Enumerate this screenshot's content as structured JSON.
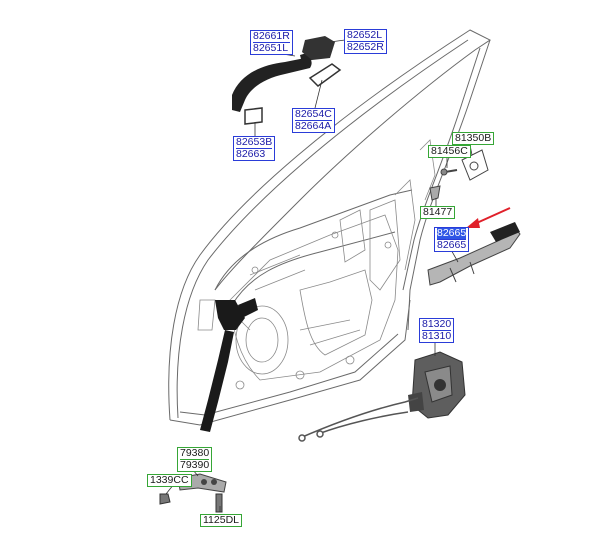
{
  "labels": {
    "handle_top": [
      "82661R",
      "82651L"
    ],
    "handle_top_right": [
      "82652L",
      "82652R"
    ],
    "gasket": [
      "82654C",
      "82664A"
    ],
    "escutcheon": [
      "82653B",
      "82663"
    ],
    "bracket_cover": [
      "81350B"
    ],
    "screw_pin": [
      "81456C"
    ],
    "striker_pin": [
      "81477"
    ],
    "inner_handle": [
      "82665",
      "82665"
    ],
    "latch_assy": [
      "81320",
      "81310"
    ],
    "checker": [
      "79380",
      "79390"
    ],
    "bolt_a": [
      "1339CC"
    ],
    "bolt_b": [
      "1125DL"
    ]
  },
  "colors": {
    "blue_box": "#2a3cd8",
    "green_box": "#36a636",
    "selected": "#2f56e6",
    "arrow": "#e0202a",
    "line_art": "#555555"
  }
}
